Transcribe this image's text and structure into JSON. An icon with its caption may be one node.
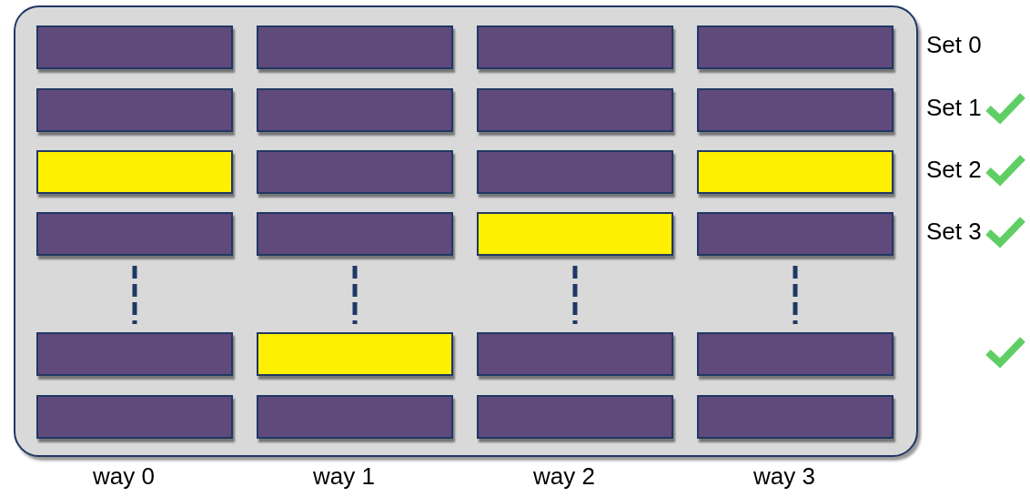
{
  "diagram": {
    "labels": [
      "Set 0",
      "Set 1",
      "Set 2",
      "Set 3",
      "way 0",
      "way 1",
      "way 2",
      "way 3"
    ]
  }
}
